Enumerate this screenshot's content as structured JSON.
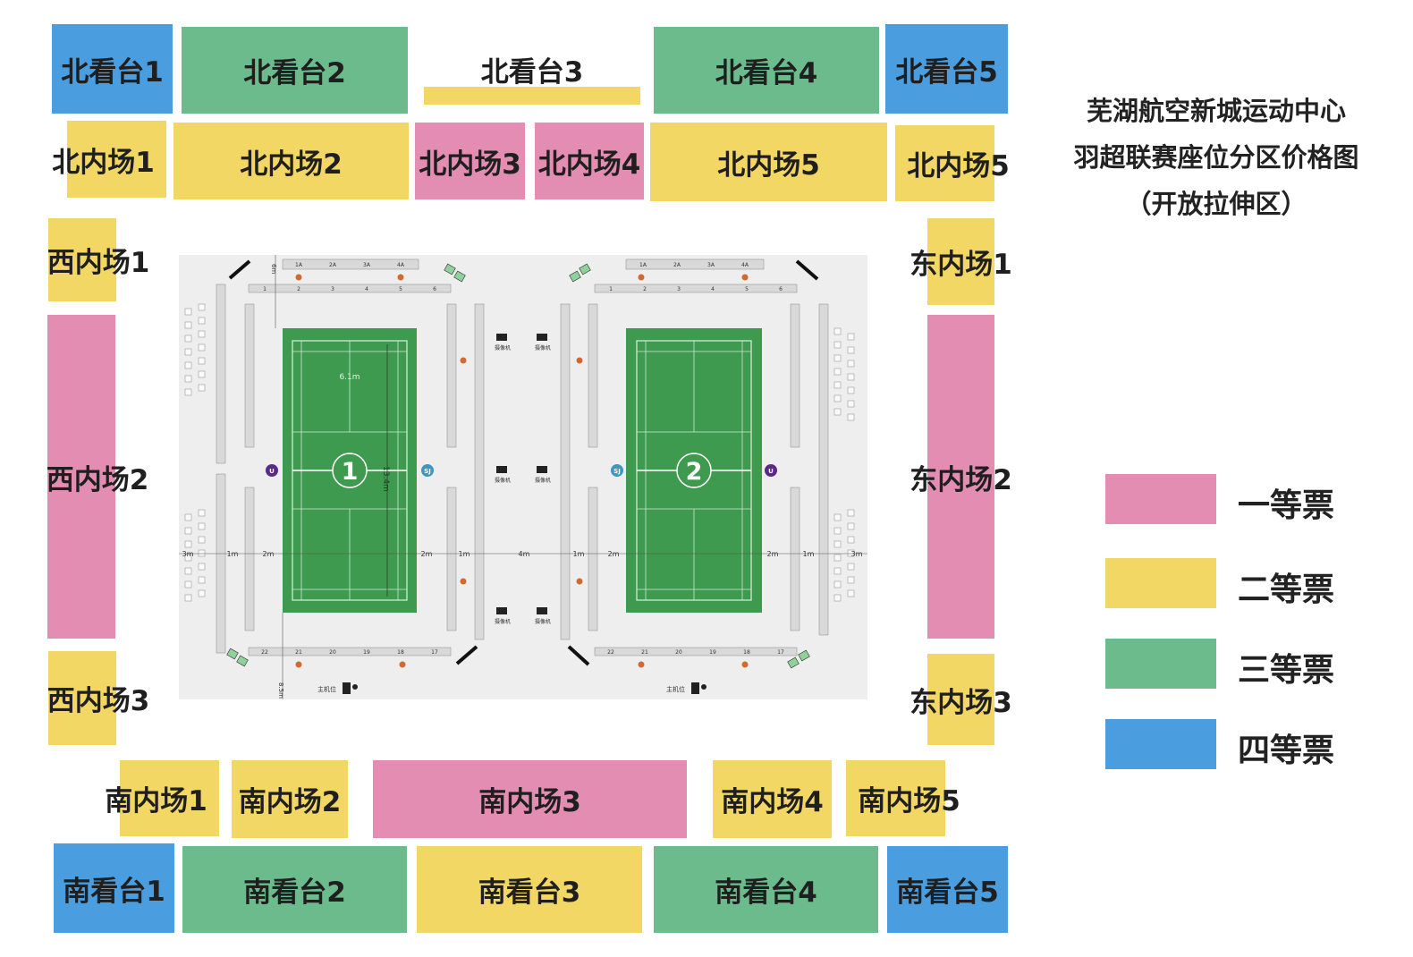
{
  "title": {
    "line1": "芜湖航空新城运动中心",
    "line2": "羽超联赛座位分区价格图",
    "line3": "（开放拉伸区）"
  },
  "legend": [
    {
      "label": "一等票",
      "color": "#e28db1"
    },
    {
      "label": "二等票",
      "color": "#f2d765"
    },
    {
      "label": "三等票",
      "color": "#6cbb8c"
    },
    {
      "label": "四等票",
      "color": "#4a9ee0"
    }
  ],
  "zones": {
    "north_stand": [
      "北看台1",
      "北看台2",
      "北看台3",
      "北看台4",
      "北看台5"
    ],
    "north_inner": [
      "北内场1",
      "北内场2",
      "北内场3",
      "北内场4",
      "北内场5"
    ],
    "west_inner": [
      "西内场1",
      "西内场2",
      "西内场3"
    ],
    "east_inner": [
      "东内场1",
      "东内场2",
      "东内场3"
    ],
    "south_inner": [
      "南内场1",
      "南内场2",
      "南内场3",
      "南内场4",
      "南内场5"
    ],
    "south_stand": [
      "南看台1",
      "南看台2",
      "南看台3",
      "南看台4",
      "南看台5"
    ]
  },
  "court_plan": {
    "courts": [
      "1",
      "2"
    ],
    "court_width": "6.1m",
    "court_length": "13.4m",
    "gap_center": "4m",
    "gap_1m": "1m",
    "gap_2m": "2m",
    "gap_3m": "3m",
    "top_dim": "6m",
    "bottom_dim": "8.5m",
    "camera": "摄像机",
    "host": "主机位",
    "badge_u": "U",
    "badge_sj": "SJ",
    "top_boxes": [
      "1A",
      "2A",
      "3A",
      "4A"
    ],
    "top_row": [
      "1",
      "2",
      "3",
      "4",
      "5",
      "6"
    ],
    "bottom_row": [
      "22",
      "21",
      "20",
      "19",
      "18",
      "17"
    ]
  }
}
